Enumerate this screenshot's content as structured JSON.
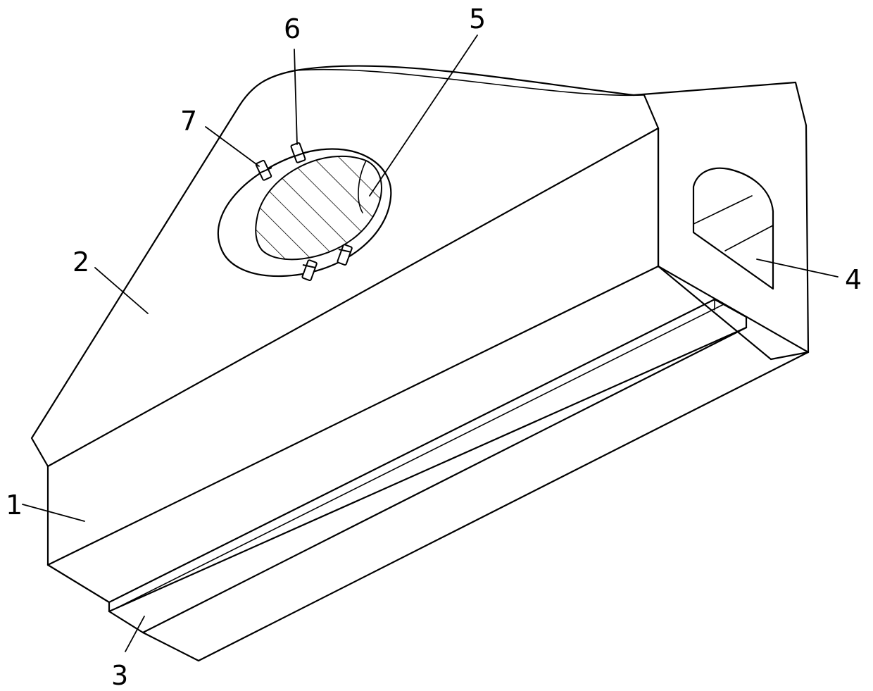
{
  "figure": {
    "callouts": [
      {
        "id": "1",
        "label": "1"
      },
      {
        "id": "2",
        "label": "2"
      },
      {
        "id": "3",
        "label": "3"
      },
      {
        "id": "4",
        "label": "4"
      },
      {
        "id": "5",
        "label": "5"
      },
      {
        "id": "6",
        "label": "6"
      },
      {
        "id": "7",
        "label": "7"
      }
    ]
  }
}
